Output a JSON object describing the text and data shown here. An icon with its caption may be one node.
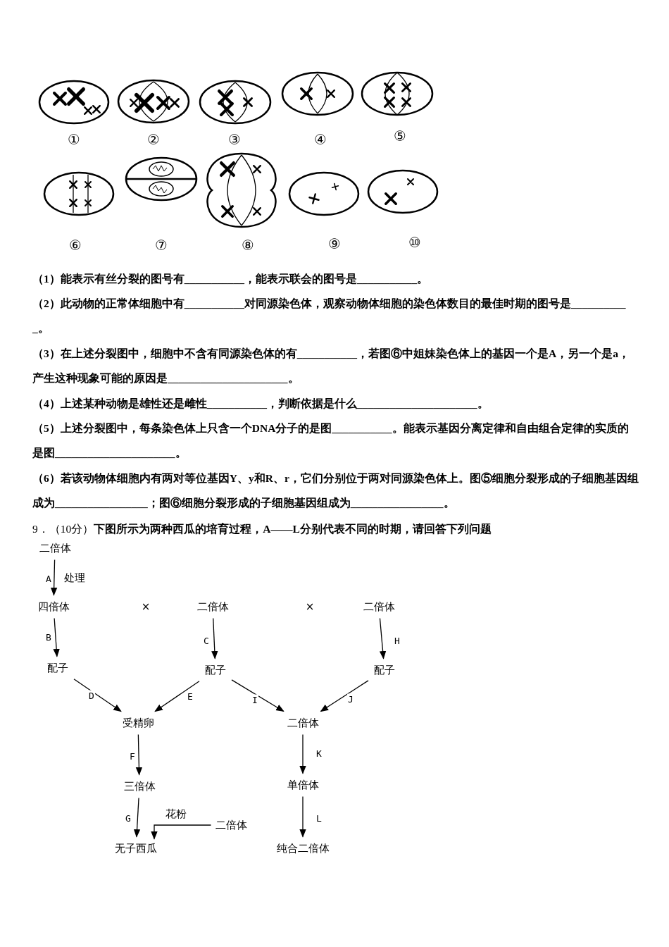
{
  "diagram": {
    "nodes": [
      {
        "text": [
          "二倍体"
        ]
      },
      {
        "text": [
          "四倍体"
        ]
      },
      {
        "text": [
          "二倍体"
        ]
      },
      {
        "text": [
          "二倍体"
        ]
      },
      {
        "text": [
          "配子"
        ]
      },
      {
        "text": [
          "配子"
        ]
      },
      {
        "text": [
          "配子"
        ]
      },
      {
        "text": [
          "受精卵"
        ]
      },
      {
        "text": [
          "二倍体"
        ]
      },
      {
        "text": [
          "三倍体"
        ]
      },
      {
        "text": [
          "单倍体"
        ]
      },
      {
        "text": [
          "无子西瓜"
        ]
      },
      {
        "text": [
          "二倍体"
        ]
      },
      {
        "text": [
          "纯合二倍体"
        ]
      }
    ],
    "edges": [
      {
        "from": 0,
        "to": 1,
        "arrow": "to",
        "label": "A"
      },
      {
        "from": 1,
        "to": 4,
        "arrow": "to",
        "label": "B"
      },
      {
        "from": 2,
        "to": 5,
        "arrow": "to",
        "label": "C"
      },
      {
        "from": 3,
        "to": 6,
        "arrow": "to",
        "label": "H"
      },
      {
        "from": 4,
        "to": 7,
        "arrow": "to",
        "label": "D"
      },
      {
        "from": 5,
        "to": 7,
        "arrow": "to",
        "label": "E"
      },
      {
        "from": 5,
        "to": 8,
        "arrow": "to",
        "label": "I"
      },
      {
        "from": 6,
        "to": 8,
        "arrow": "to",
        "label": "J"
      },
      {
        "from": 7,
        "to": 9,
        "arrow": "to",
        "label": "F"
      },
      {
        "from": 8,
        "to": 10,
        "arrow": "to",
        "label": "K"
      },
      {
        "from": 9,
        "to": 11,
        "arrow": "to",
        "label": "G"
      },
      {
        "from": 12,
        "to": 11,
        "arrow": "to",
        "label": "花粉"
      },
      {
        "from": 10,
        "to": 13,
        "arrow": "to",
        "label": "L"
      }
    ],
    "labels": [
      "①",
      "②",
      "③",
      "④",
      "⑤",
      "⑥",
      "⑦",
      "⑧",
      "⑨",
      "⑩",
      "（1）能表示有丝分裂的图号有___________，能表示联会的图号是___________。",
      "（2）此动物的正常体细胞中有___________对同源染色体，观察动物体细胞的染色体数目的最佳时期的图号是___________。",
      "（3）在上述分裂图中，细胞中不含有同源染色体的有___________，若图⑥中姐妹染色体上的基因一个是A，另一个是a，产生这种现象可能的原因是______________________。",
      "（4）上述某种动物是雄性还是雌性___________，判断依据是什么______________________。",
      "（5）上述分裂图中，每条染色体上只含一个DNA分子的是图___________。能表示基因分离定律和自由组合定律的实质的是图______________________。",
      "（6）若该动物体细胞内有两对等位基因Y、y和R、r，它们分别位于两对同源染色体上。图⑤细胞分裂形成的子细胞基因组成为_________________；图⑥细胞分裂形成的子细胞基因组成为_________________。",
      "9．（10分）**下图所示为两种西瓜的培育过程，A——L分别代表不同的时期，请回答下列问题**",
      "处理",
      "×",
      "×"
    ]
  }
}
